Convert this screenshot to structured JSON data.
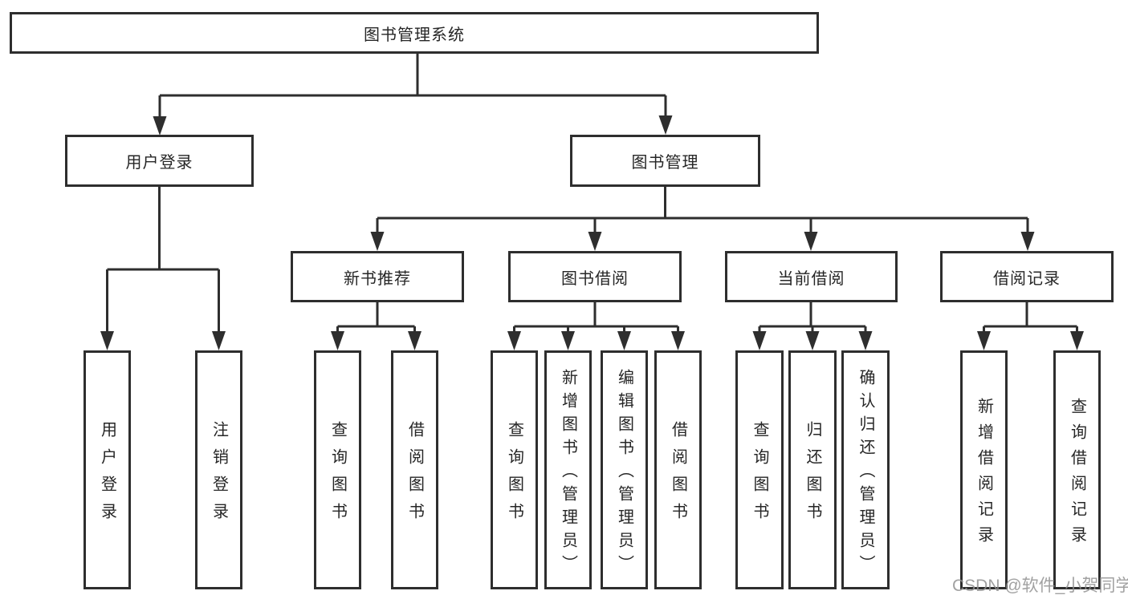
{
  "diagram_type": "hierarchy-tree",
  "tree": {
    "label": "图书管理系统",
    "children": [
      {
        "label": "用户登录",
        "children": [
          {
            "label": "用户登录"
          },
          {
            "label": "注销登录"
          }
        ]
      },
      {
        "label": "图书管理",
        "children": [
          {
            "label": "新书推荐",
            "children": [
              {
                "label": "查询图书"
              },
              {
                "label": "借阅图书"
              }
            ]
          },
          {
            "label": "图书借阅",
            "children": [
              {
                "label": "查询图书"
              },
              {
                "label": "新增图书（管理员）"
              },
              {
                "label": "编辑图书（管理员）"
              },
              {
                "label": "借阅图书"
              }
            ]
          },
          {
            "label": "当前借阅",
            "children": [
              {
                "label": "查询图书"
              },
              {
                "label": "归还图书"
              },
              {
                "label": "确认归还（管理员）"
              }
            ]
          },
          {
            "label": "借阅记录",
            "children": [
              {
                "label": "新增借阅记录"
              },
              {
                "label": "查询借阅记录"
              }
            ]
          }
        ]
      }
    ]
  },
  "watermark": "CSDN @软件_小贺同学",
  "colors": {
    "line": "#2e2e2e",
    "text": "#262626",
    "background": "#ffffff",
    "watermark": "#919191"
  }
}
